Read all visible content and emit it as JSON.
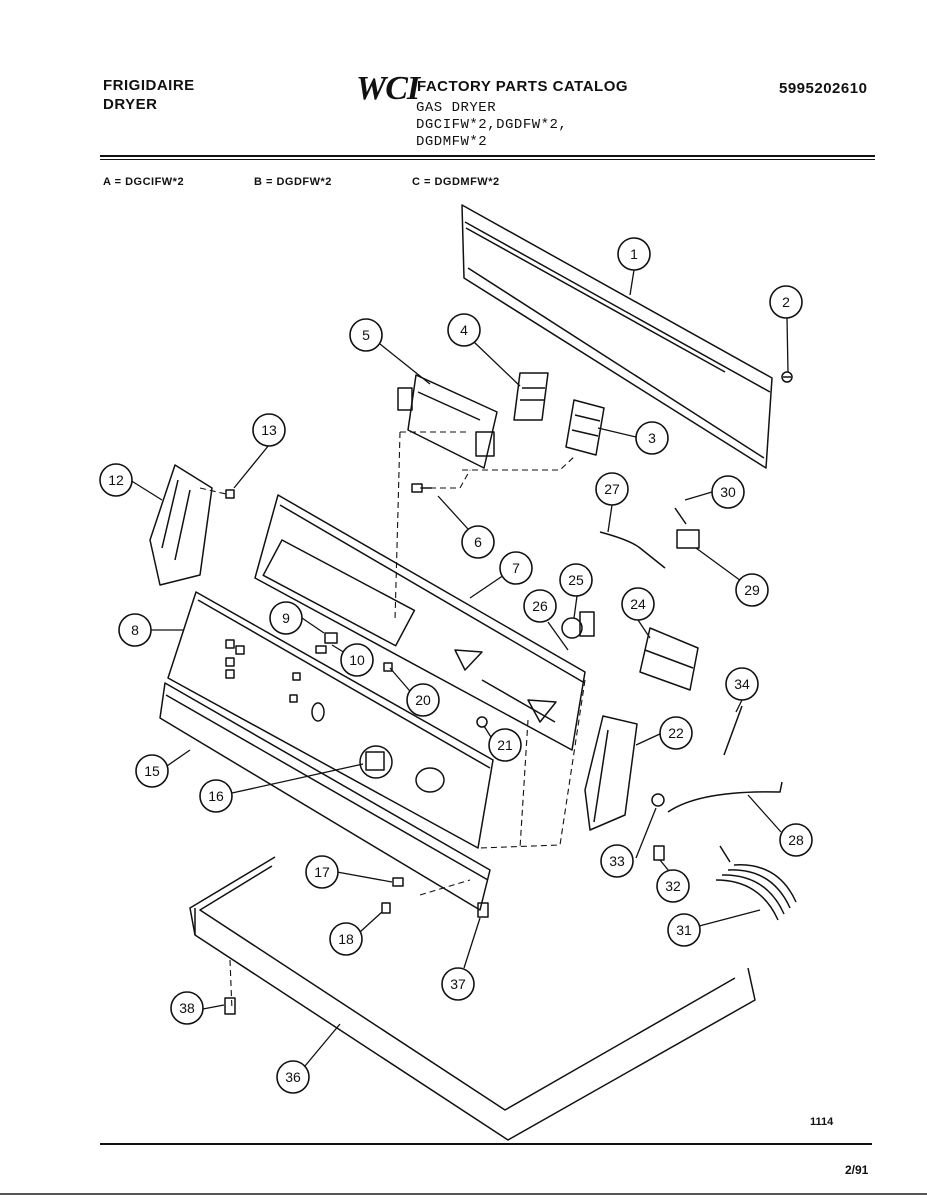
{
  "header": {
    "brand_line1": "FRIGIDAIRE",
    "brand_line2": "DRYER",
    "logo": "WCI",
    "catalog_title": "FACTORY PARTS CATALOG",
    "model_line1": "GAS DRYER",
    "model_line2": "DGCIFW*2,DGDFW*2,",
    "model_line3": "DGDMFW*2",
    "catalog_number": "5995202610"
  },
  "legend": {
    "a": "A = DGCIFW*2",
    "b": "B = DGDFW*2",
    "c": "C = DGDMFW*2"
  },
  "callouts": [
    "1",
    "2",
    "3",
    "4",
    "5",
    "6",
    "7",
    "8",
    "9",
    "10",
    "12",
    "13",
    "15",
    "16",
    "17",
    "18",
    "20",
    "21",
    "22",
    "24",
    "25",
    "26",
    "27",
    "28",
    "29",
    "30",
    "31",
    "32",
    "33",
    "34",
    "36",
    "37",
    "38"
  ],
  "footer": {
    "page_code": "1114",
    "date": "2/91"
  }
}
